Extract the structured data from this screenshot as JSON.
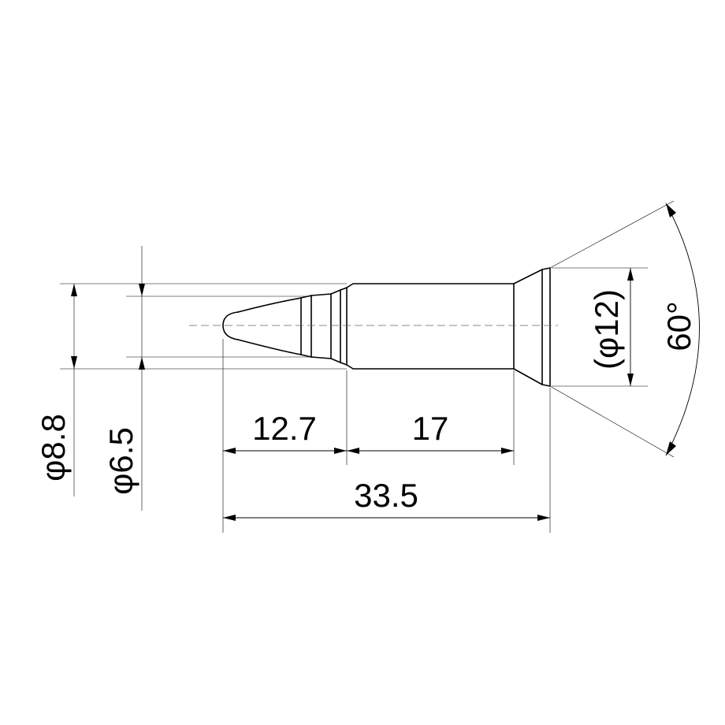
{
  "drawing": {
    "dimensions": {
      "total_length": "33.5",
      "tip_length": "12.7",
      "body_length": "17",
      "outer_diameter": "φ8.8",
      "tip_diameter": "φ6.5",
      "flange_diameter": "(φ12)",
      "cone_angle": "60°"
    }
  }
}
